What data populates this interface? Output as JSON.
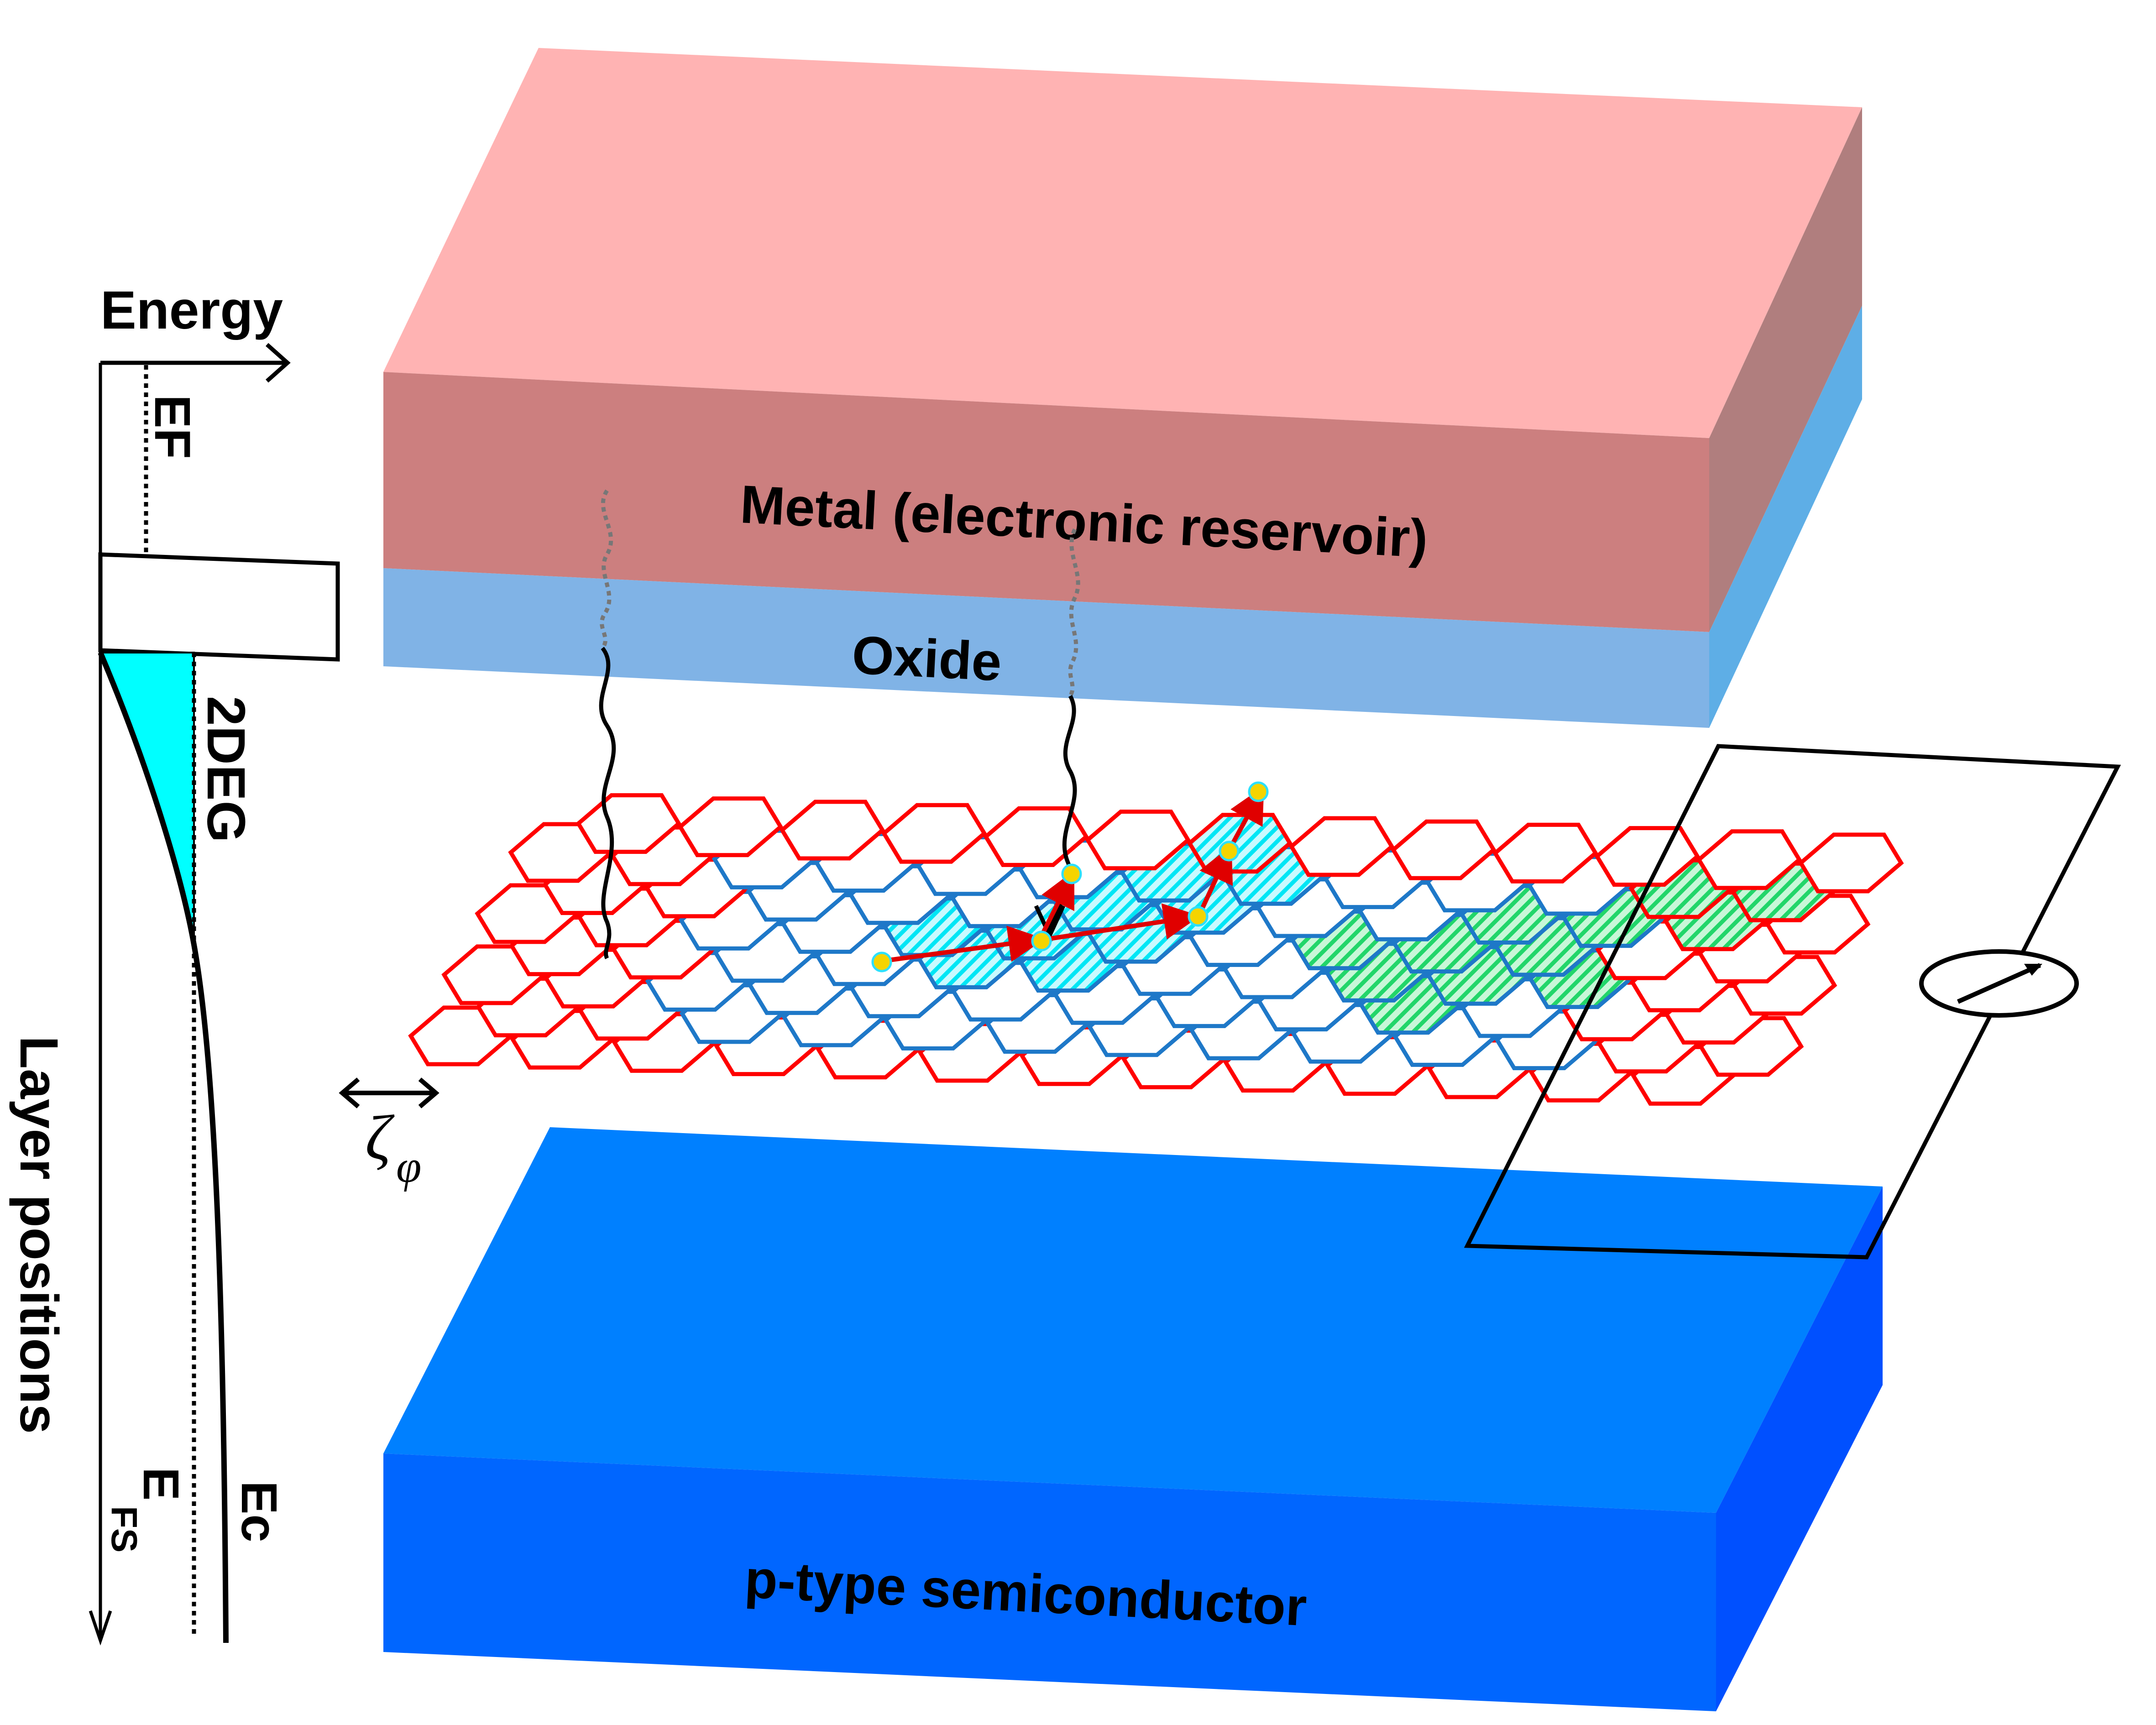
{
  "layers": {
    "metal_label": "Metal (electronic reservoir)",
    "oxide_label": "Oxide",
    "semiconductor_label": "p-type semiconductor"
  },
  "band_diagram": {
    "energy_label": "Energy",
    "ef_label": "EF",
    "twodeg_label": "2DEG",
    "layer_positions_label": "Layer positions",
    "ec_label": "Ec",
    "efs_main": "E",
    "efs_sub": "FS"
  },
  "lattice": {
    "spacing_symbol": "ζ",
    "spacing_subscript": "φ"
  },
  "colors": {
    "metal_top": "#ffb3b3",
    "metal_front": "#cc7f7f",
    "metal_side": "#b07e7e",
    "oxide_front": "#80b3e6",
    "oxide_side": "#5eaee6",
    "semi_top": "#0080ff",
    "semi_front": "#0066ff",
    "semi_side": "#0050ff",
    "hex_outer": "#ff0000",
    "hex_inner": "#1e78c8",
    "cyan_fill": "#00ffff",
    "green_fill": "#2ee87a",
    "arrow_red": "#e00000",
    "electron": "#f5d400"
  }
}
